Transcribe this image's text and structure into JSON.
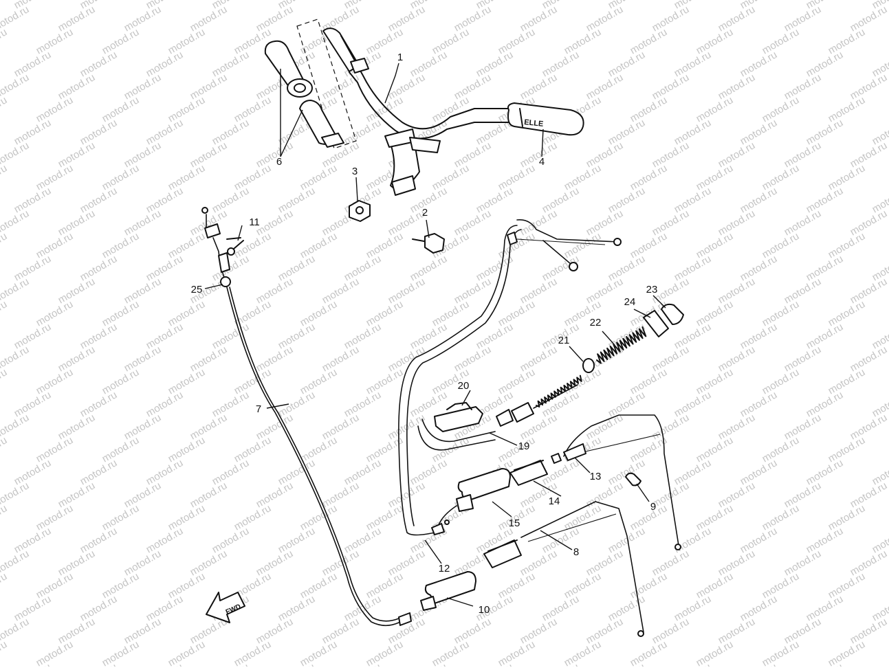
{
  "watermark": {
    "text": "motod.ru",
    "color": "#c4c4c4"
  },
  "fwd_label": "FWD",
  "grip_text": "ELLE",
  "callouts": [
    "1",
    "2",
    "3",
    "4",
    "6",
    "7",
    "8",
    "9",
    "10",
    "11",
    "12",
    "13",
    "14",
    "15",
    "19",
    "20",
    "21",
    "22",
    "23",
    "24",
    "25"
  ]
}
